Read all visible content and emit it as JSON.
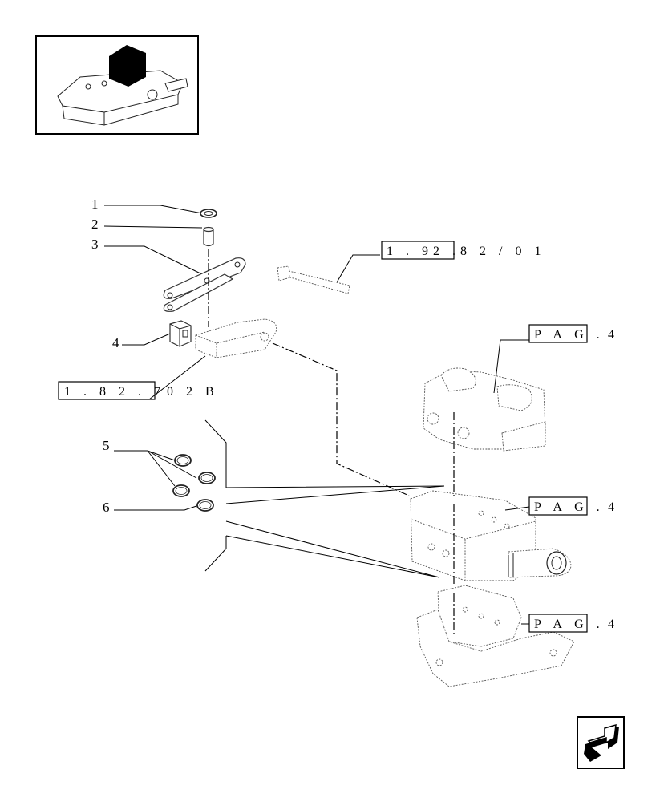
{
  "labels": {
    "item1": "1",
    "item2": "2",
    "item3": "3",
    "item4": "4",
    "item5": "5",
    "item6": "6"
  },
  "references": {
    "ref_top_box": "1 . 92 .",
    "ref_top_rest": "8 2 / 0 1",
    "ref_left_box": "1 . 8 2 . 7",
    "ref_left_rest": "0 2 B",
    "pag_box": "P A G .",
    "pag_num": "4"
  },
  "icons": {
    "thumbnail": "tractor-lift-cover-thumbnail",
    "next": "next-page-arrow-icon"
  }
}
